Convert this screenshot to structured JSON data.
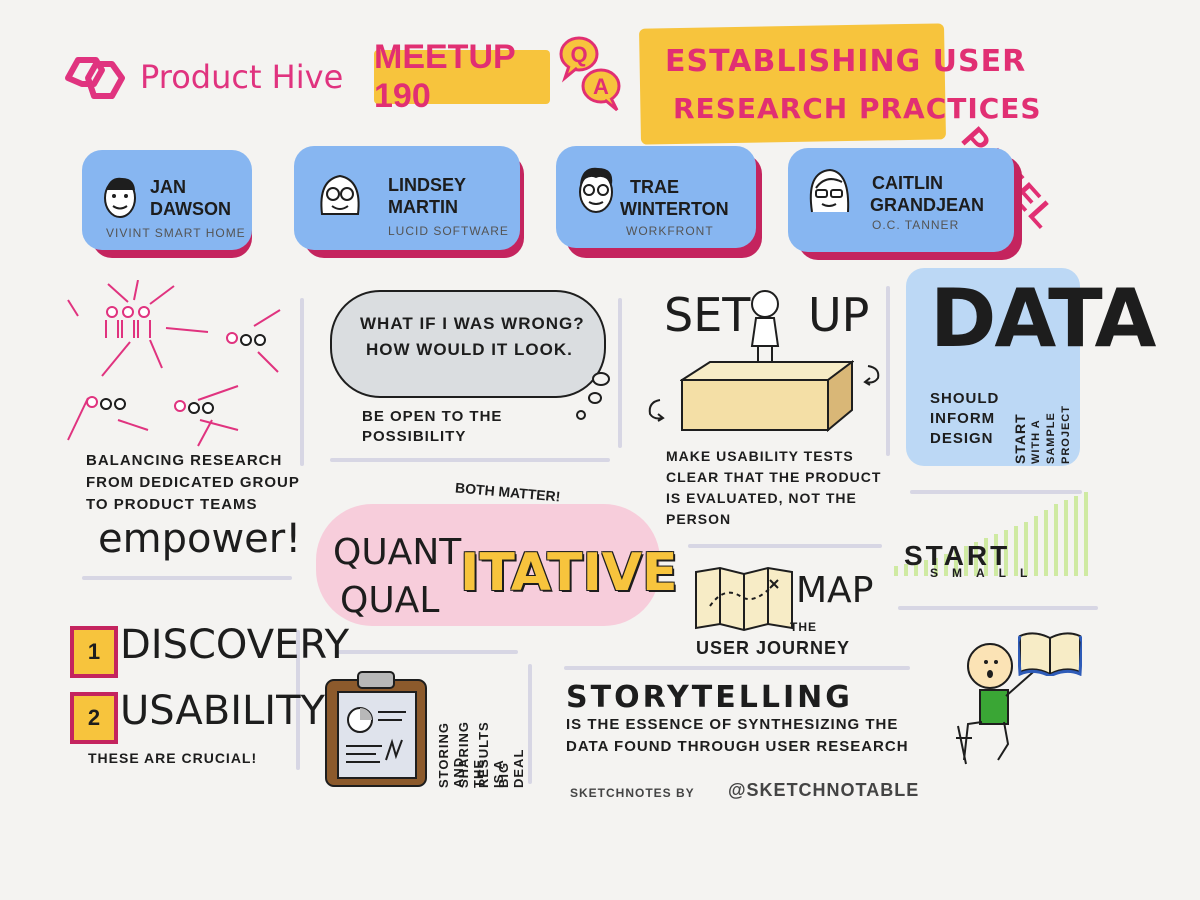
{
  "header": {
    "brand": "Product Hive",
    "meetup": "MEETUP 190",
    "qa": {
      "q": "Q",
      "a": "A"
    },
    "title_line1": "Establishing User",
    "title_line2": "Research Practices",
    "panel": "PANEL"
  },
  "speakers": [
    {
      "name1": "JAN",
      "name2": "DAWSON",
      "company": "VIVINT SMART HOME"
    },
    {
      "name1": "LINDSEY",
      "name2": "MARTIN",
      "company": "LUCID SOFTWARE"
    },
    {
      "name1": "TRAE",
      "name2": "WINTERTON",
      "company": "WORKFRONT"
    },
    {
      "name1": "CAITLIN",
      "name2": "GRANDJEAN",
      "company": "O.C. TANNER"
    }
  ],
  "balance": {
    "line1": "BALANCING RESEARCH",
    "line2": "FROM DEDICATED GROUP",
    "line3": "TO PRODUCT TEAMS",
    "empower": "empower!"
  },
  "wrong": {
    "line1": "WHAT IF I WAS WRONG?",
    "line2": "HOW WOULD IT LOOK.",
    "open1": "BE OPEN TO THE",
    "open2": "POSSIBILITY"
  },
  "setup": {
    "set": "SET",
    "up": "UP",
    "line1": "MAKE USABILITY TESTS",
    "line2": "CLEAR THAT THE PRODUCT",
    "line3": "IS EVALUATED, NOT THE",
    "line4": "PERSON"
  },
  "data_panel": {
    "big": "DATA",
    "s1": "SHOULD",
    "s2": "INFORM",
    "s3": "DESIGN",
    "v1": "START",
    "v2": "WITH A",
    "v3": "SAMPLE",
    "v4": "PROJECT"
  },
  "startsmall": {
    "start": "START",
    "small": "SMALL"
  },
  "quant": {
    "both": "BOTH MATTER!",
    "quant": "QUANT",
    "qual": "QUAL",
    "itative": "ITATIVE"
  },
  "map": {
    "map": "MAP",
    "the": "THE",
    "journey": "USER JOURNEY"
  },
  "types": {
    "n1": "1",
    "discovery": "DISCOVERY",
    "n2": "2",
    "usability": "USABILITY",
    "crucial": "THESE ARE CRUCIAL!"
  },
  "storing": {
    "l1": "STORING AND",
    "l2": "SHARING THE",
    "l3": "RESULTS IS A",
    "l4": "BIG DEAL"
  },
  "storytelling": {
    "title": "STORYTELLING",
    "line1": "IS THE ESSENCE OF SYNTHESIZING THE",
    "line2": "DATA FOUND THROUGH USER RESEARCH"
  },
  "credit": {
    "by": "SKETCHNOTES BY",
    "handle": "@SKETCHNOTable"
  },
  "colors": {
    "pink": "#e12f73",
    "yellow": "#f7c43d",
    "blue": "#87b6f1",
    "lightblue": "#bcd8f5",
    "pinkblob": "#f7cddb",
    "green": "#3aa635"
  },
  "icons": [
    "product-hive-logo-icon",
    "qa-bubbles-icon",
    "face-icon",
    "people-group-icon",
    "thought-cloud-icon",
    "stick-figure-icon",
    "box-icon",
    "rotate-arrow-icon",
    "map-icon",
    "clipboard-icon",
    "reader-icon",
    "open-book-icon"
  ]
}
